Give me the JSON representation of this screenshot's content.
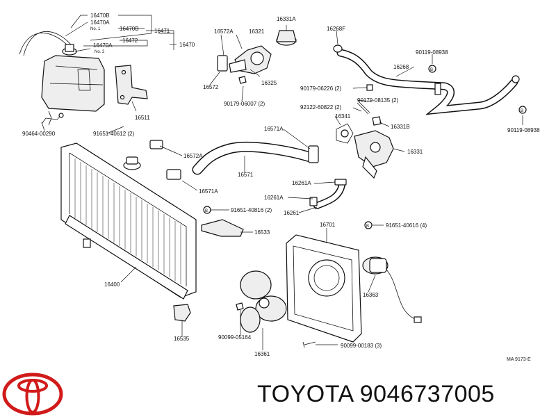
{
  "brand": {
    "name": "TOYOTA",
    "part_number": "9046737005",
    "logo_color": "#d11a1a"
  },
  "diagram": {
    "reference_code": "MA  9173-E",
    "part_labels": {
      "p16470B_a": "16470B",
      "p16470A_a": "16470A",
      "no1": "No. 1",
      "p16470B_b": "16470B",
      "p16471": "16471",
      "p16472": "16472",
      "p16470A_b": "16470A",
      "no2": "No. 2",
      "p16470": "16470",
      "p90464_00290": "90464-00290",
      "p16572A_top": "16572A",
      "p16321": "16321",
      "p16331A": "16331A",
      "p16268F": "16268F",
      "p90119_08938_top": "90119-08938",
      "p16268": "16268",
      "p16572": "16572",
      "p16325": "16325",
      "p90179_06226": "90179-06226 (2)",
      "p90179_08135": "90179-08135 (2)",
      "p92122_60822": "92122-60822 (2)",
      "p90179_06007": "90179-06007 (2)",
      "p16511": "16511",
      "p91651_40612": "91651-40612 (2)",
      "p16341": "16341",
      "p16331B": "16331B",
      "p90119_08938_right": "90119-08938",
      "p16571A_top": "16571A",
      "p16331": "16331",
      "p16572A_mid": "16572A",
      "p16571": "16571",
      "p16571A_mid": "16571A",
      "p16261A_a": "16261A",
      "p16261A_b": "16261A",
      "p16261": "16261",
      "p91651_40816": "91651-40816 (2)",
      "p16533": "16533",
      "p16701": "16701",
      "p91651_40616": "91651-40616 (4)",
      "p16400": "16400",
      "p16363": "16363",
      "p16535": "16535",
      "p90099_05164": "90099-05164",
      "p90099_00183": "90099-00183 (3)",
      "p16361": "16361"
    }
  }
}
